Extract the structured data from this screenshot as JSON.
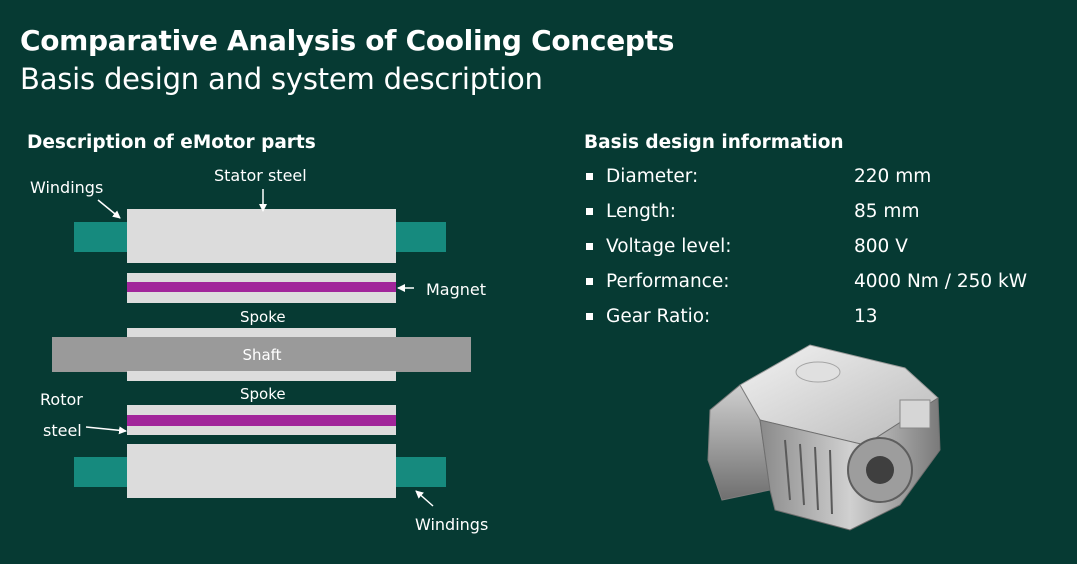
{
  "header": {
    "title": "Comparative Analysis of Cooling Concepts",
    "subtitle": "Basis design and system description"
  },
  "left_panel": {
    "heading": "Description of eMotor parts",
    "labels": {
      "windings_top": "Windings",
      "stator_steel": "Stator steel",
      "magnet": "Magnet",
      "spoke_top": "Spoke",
      "shaft": "Shaft",
      "spoke_bottom": "Spoke",
      "rotor_line1": "Rotor",
      "rotor_line2": "steel",
      "windings_bottom": "Windings"
    },
    "colors": {
      "steel": "#dcdcdc",
      "winding": "#168a7e",
      "magnet": "#a1259a",
      "shaft": "#9a9a9a"
    }
  },
  "right_panel": {
    "heading": "Basis design information",
    "specs": [
      {
        "label": "Diameter:",
        "value": "220 mm"
      },
      {
        "label": "Length:",
        "value": "85 mm"
      },
      {
        "label": "Voltage level:",
        "value": "800 V"
      },
      {
        "label": "Performance:",
        "value": "4000 Nm / 250 kW"
      },
      {
        "label": "Gear Ratio:",
        "value": "13"
      }
    ],
    "image_subject": "emotor-housing-image"
  }
}
